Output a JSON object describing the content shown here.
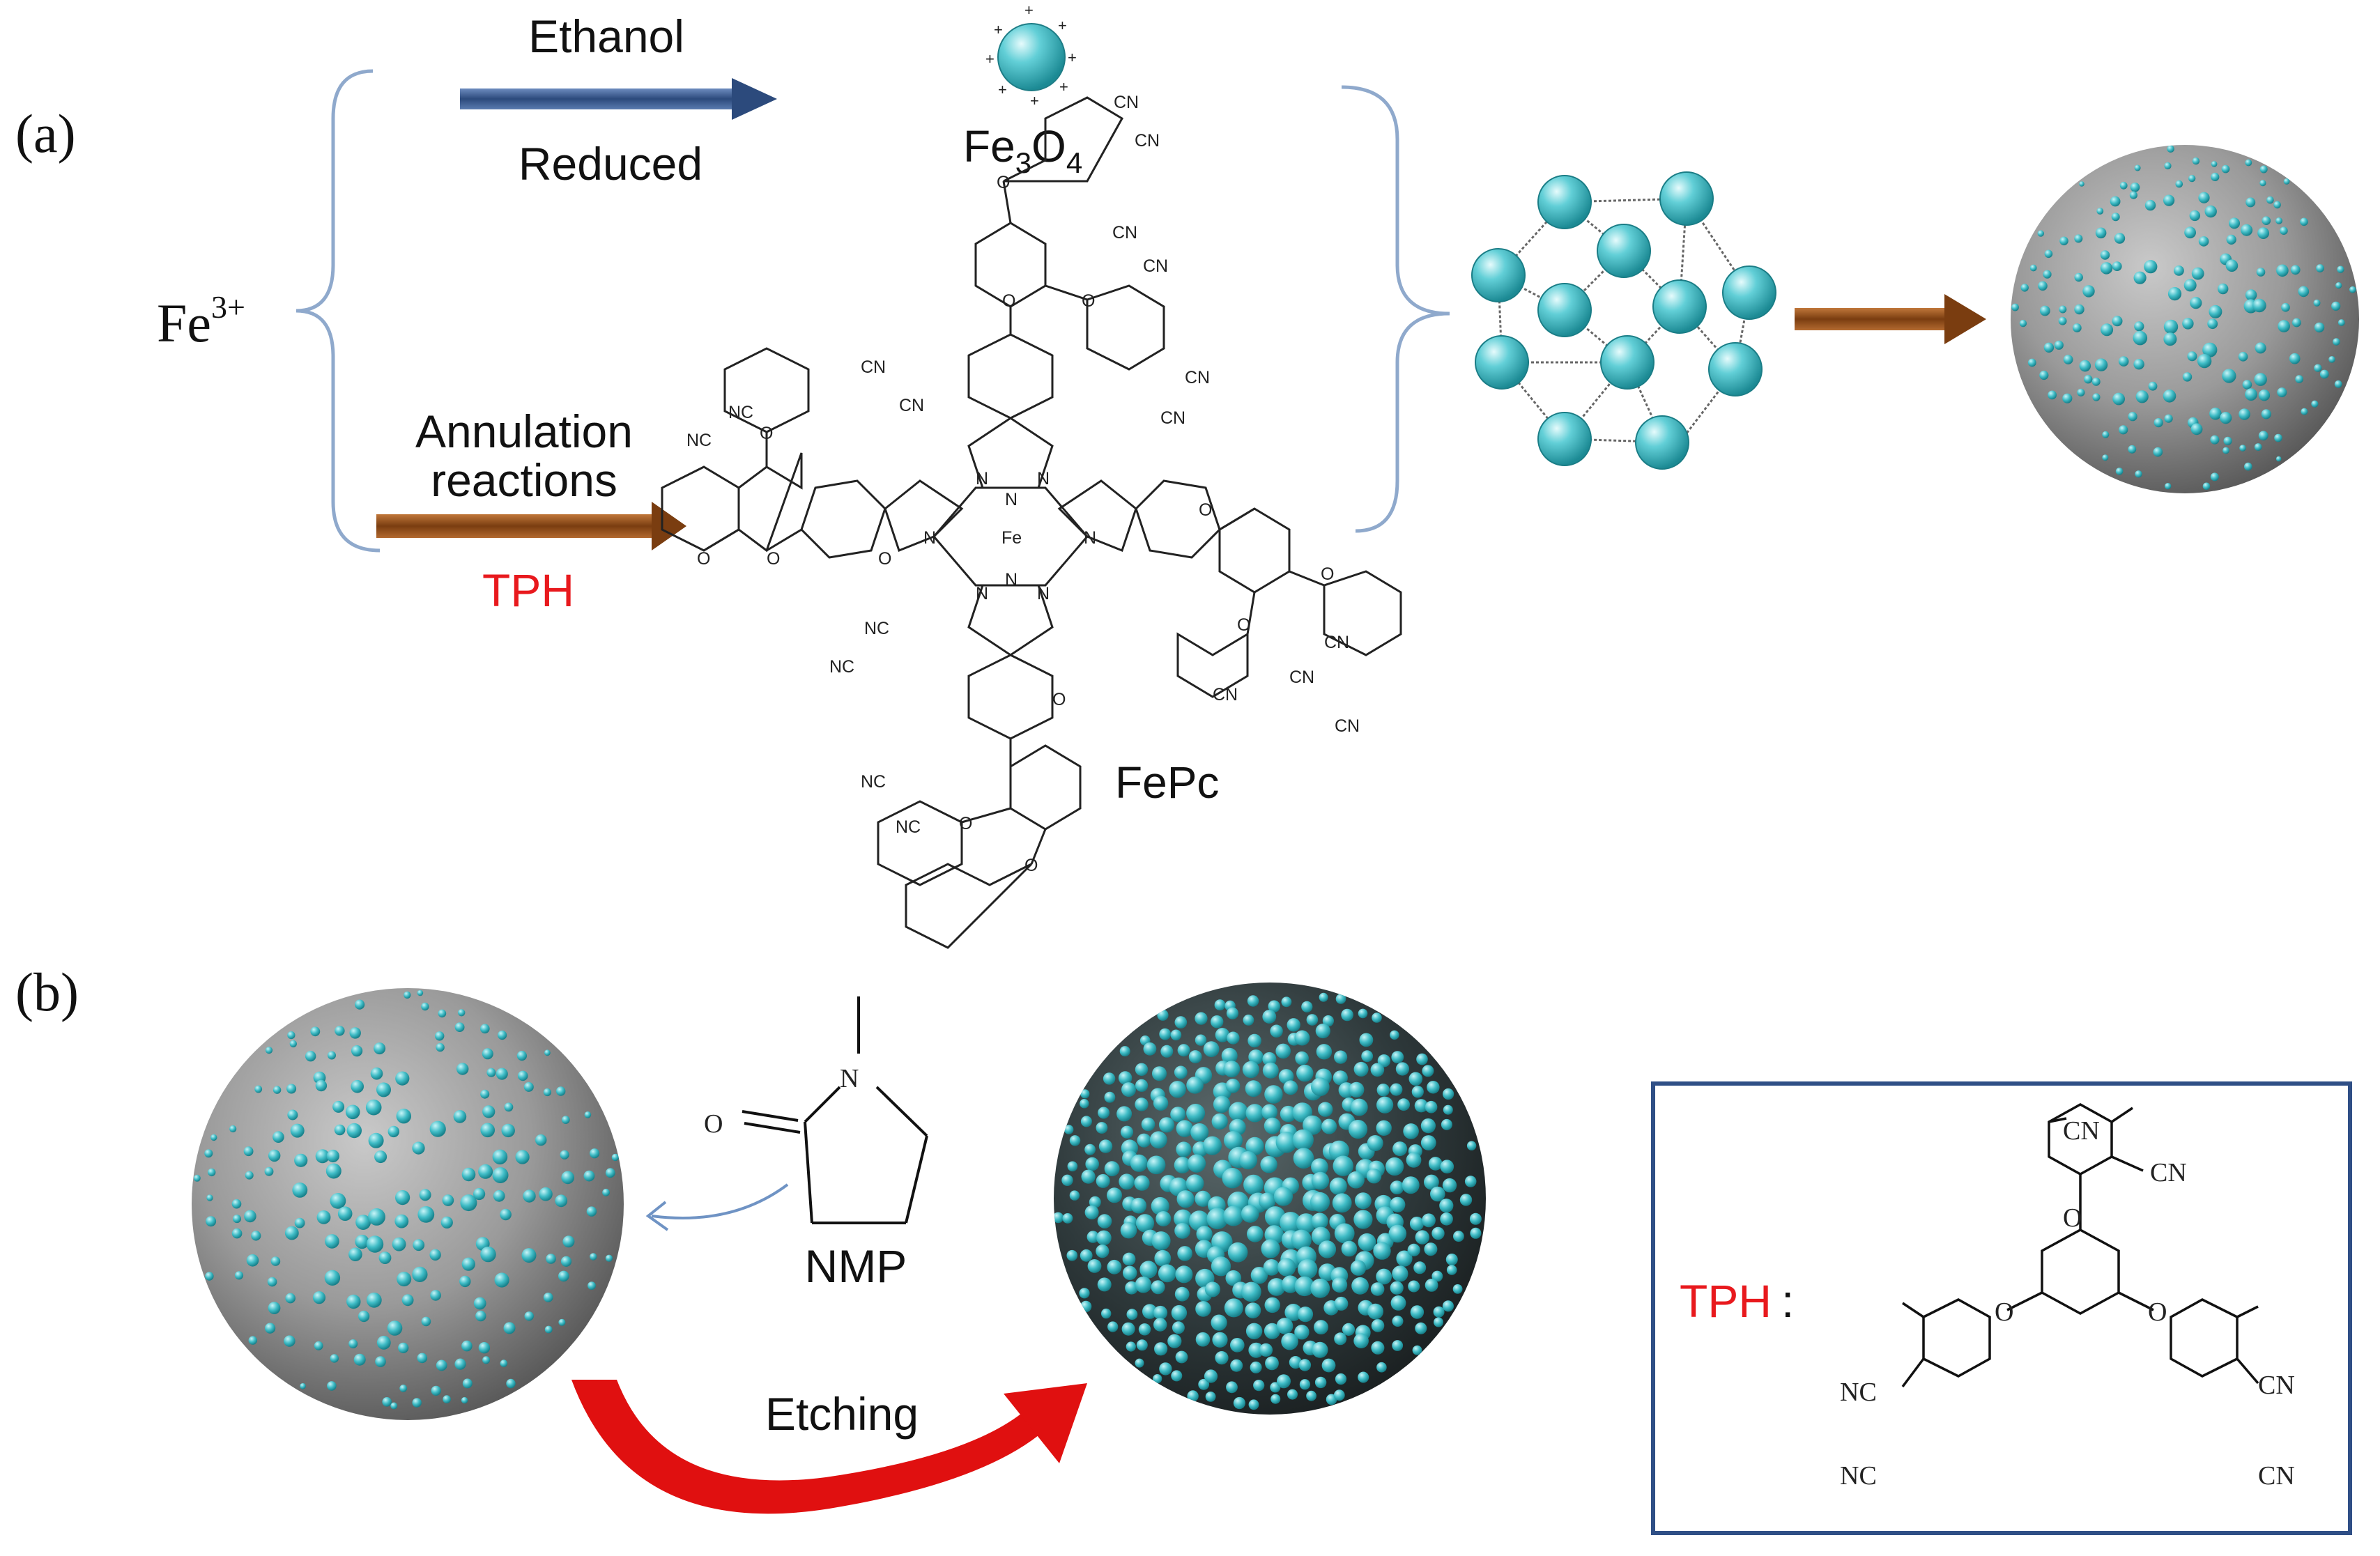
{
  "panel_a": {
    "label": "(a)",
    "fe_ion": {
      "base": "Fe",
      "superscript": "3+"
    },
    "upper_path": {
      "above_arrow": "Ethanol",
      "below_arrow": "Reduced"
    },
    "fe3o4": {
      "part1": "Fe",
      "sub1": "3",
      "part2": "O",
      "sub2": "4"
    },
    "lower_path": {
      "above_line1": "Annulation",
      "above_line2": "reactions",
      "below_arrow": "TPH"
    },
    "fepc_label": "FePc",
    "fepc_atoms": {
      "nitrogen": "N",
      "iron": "Fe",
      "oxygen": "O",
      "cn": "CN",
      "nc": "NC"
    }
  },
  "panel_b": {
    "label": "(b)",
    "nmp_label": "NMP",
    "nmp_atoms": {
      "oxygen": "O",
      "nitrogen": "N"
    },
    "etching_label": "Etching",
    "tph_box": {
      "label": "TPH",
      "colon": ":",
      "cn": "CN",
      "nc": "NC",
      "oxygen": "O"
    }
  },
  "colors": {
    "teal": "#4ec3cc",
    "sphere_gray": "#9a9a9a",
    "brown_arrow": "#8a4a1a",
    "blue_arrow": "#3d5a8a",
    "red_text": "#e8191d",
    "red_arrow": "#e01010",
    "box_border": "#2f4f86",
    "brace": "#8fa9cc"
  }
}
